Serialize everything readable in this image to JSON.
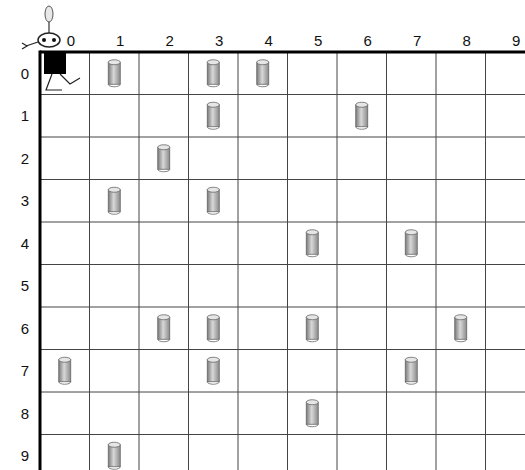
{
  "diagram": {
    "labels": [
      "0",
      "1",
      "2",
      "3",
      "4",
      "5",
      "6",
      "7",
      "8",
      "9",
      "0",
      "1",
      "2",
      "3",
      "4",
      "5",
      "6",
      "7",
      "8",
      "9"
    ]
  }
}
